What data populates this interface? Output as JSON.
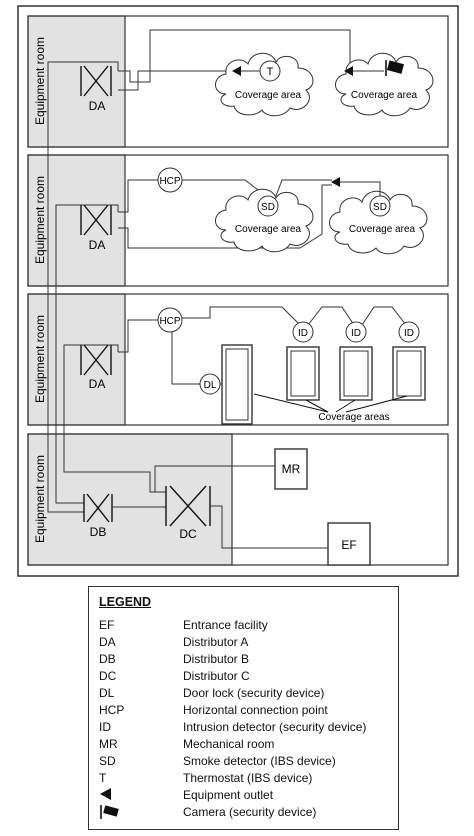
{
  "floors": [
    {
      "equipment_room_label": "Equipment room",
      "distributor": "DA",
      "coverage_labels": [
        "Coverage area",
        "Coverage area"
      ],
      "devices": [
        "T"
      ]
    },
    {
      "equipment_room_label": "Equipment room",
      "distributor": "DA",
      "hcp_label": "HCP",
      "coverage_labels": [
        "Coverage area",
        "Coverage area"
      ],
      "devices": [
        "SD",
        "SD"
      ]
    },
    {
      "equipment_room_label": "Equipment room",
      "distributor": "DA",
      "hcp_label": "HCP",
      "devices": [
        "DL",
        "ID",
        "ID",
        "ID"
      ],
      "coverage_areas_label": "Coverage areas"
    },
    {
      "equipment_room_label": "Equipment room",
      "distributors": [
        "DB",
        "DC"
      ],
      "rooms": [
        "MR",
        "EF"
      ]
    }
  ],
  "legend": {
    "title": "LEGEND",
    "items": [
      {
        "abbr": "EF",
        "desc": "Entrance facility"
      },
      {
        "abbr": "DA",
        "desc": "Distributor A"
      },
      {
        "abbr": "DB",
        "desc": "Distributor B"
      },
      {
        "abbr": "DC",
        "desc": "Distributor C"
      },
      {
        "abbr": "DL",
        "desc": "Door lock (security device)"
      },
      {
        "abbr": "HCP",
        "desc": "Horizontal connection point"
      },
      {
        "abbr": "ID",
        "desc": "Intrusion detector (security device)"
      },
      {
        "abbr": "MR",
        "desc": "Mechanical room"
      },
      {
        "abbr": "SD",
        "desc": "Smoke detector (IBS device)"
      },
      {
        "abbr": "T",
        "desc": "Thermostat (IBS device)"
      },
      {
        "abbr": "",
        "desc": "Equipment outlet",
        "icon": "equipment-outlet-icon"
      },
      {
        "abbr": "",
        "desc": "Camera (security device)",
        "icon": "camera-icon"
      }
    ]
  }
}
